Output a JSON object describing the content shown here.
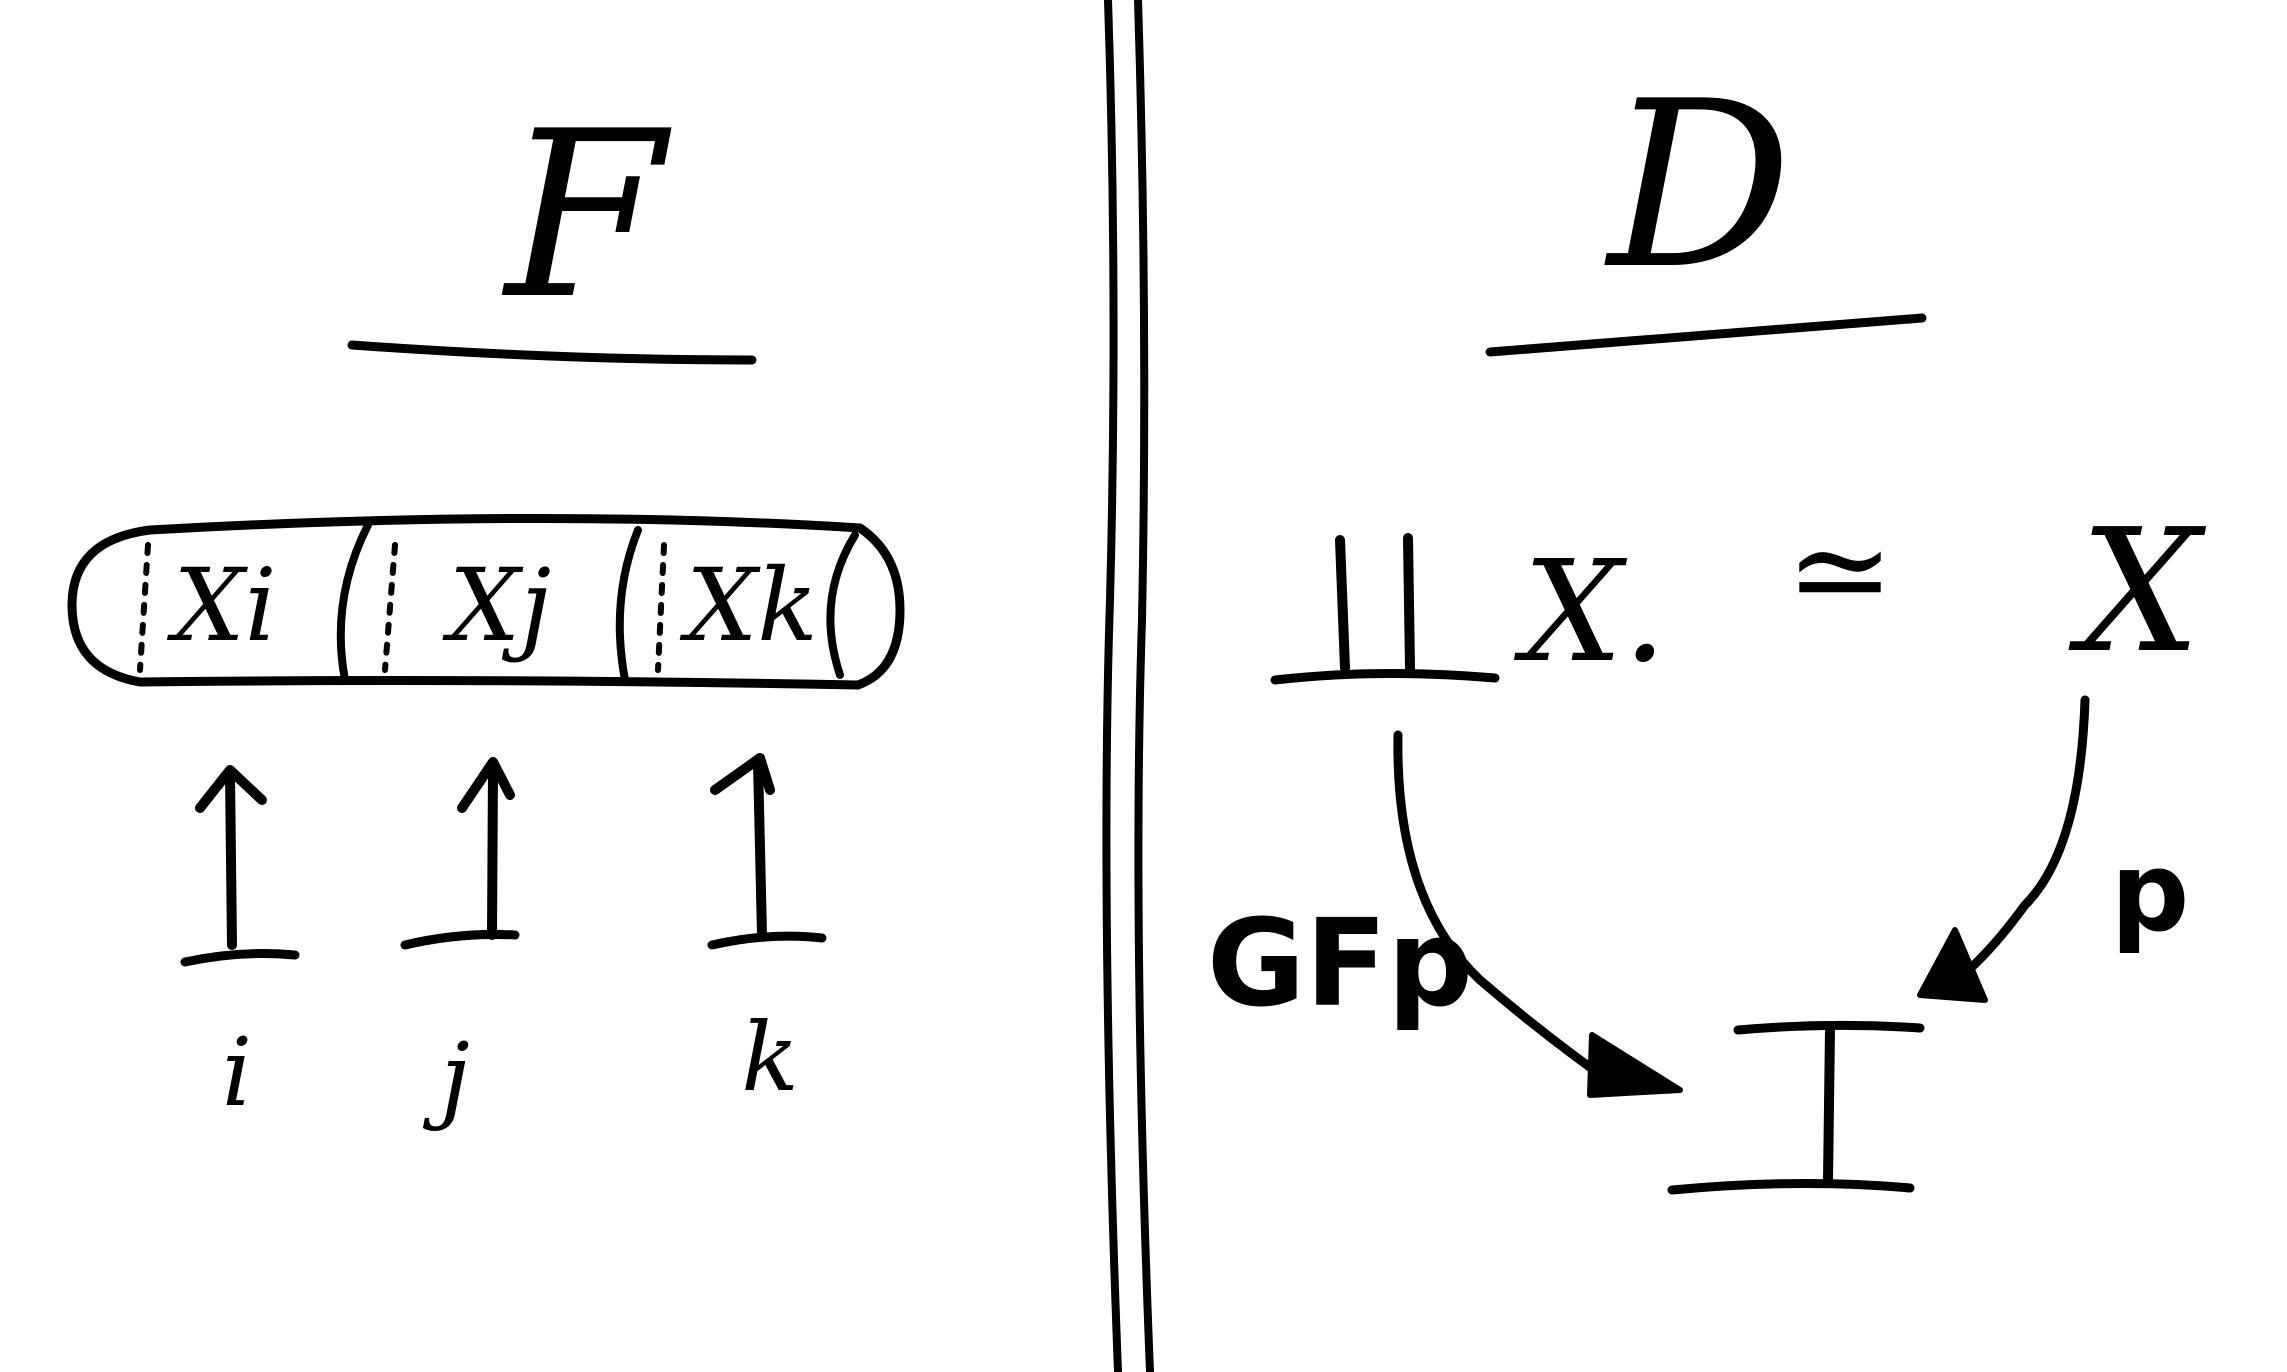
{
  "left_panel": {
    "title": "F",
    "box_items": [
      "Xi",
      "Xj",
      "Xk"
    ],
    "index_labels": [
      "i",
      "j",
      "k"
    ]
  },
  "right_panel": {
    "title": "D",
    "coproduct_symbol": "⨿",
    "coproduct_term": "X.",
    "iso_symbol": "≃",
    "target": "X",
    "base": "I",
    "left_arrow_label": "GFp",
    "right_arrow_label": "p"
  },
  "colors": {
    "ink": "#000000",
    "paper": "#ffffff"
  }
}
